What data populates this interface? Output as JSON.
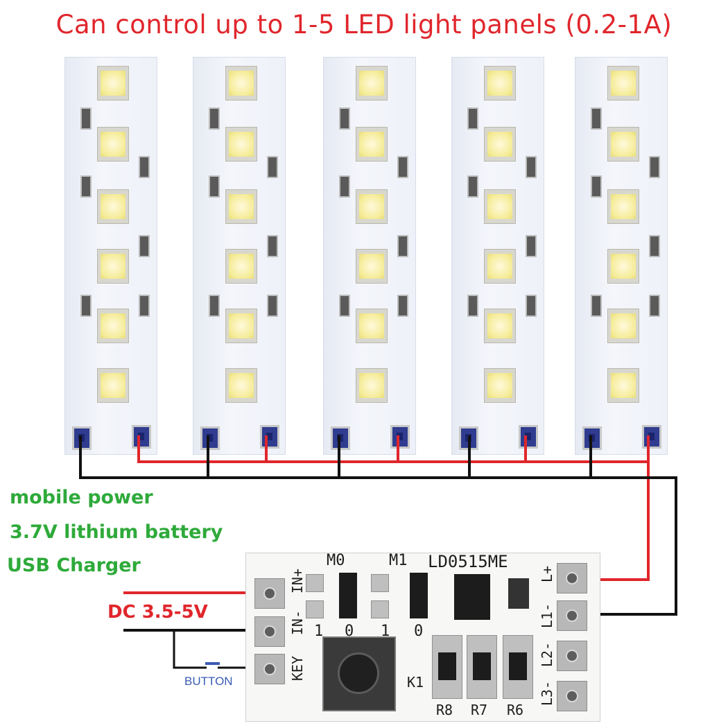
{
  "title": "Can control up to 1-5 LED light panels (0.2-1A)",
  "power_sources": {
    "line1": "mobile power",
    "line2": "3.7V lithium battery",
    "line3": "USB Charger"
  },
  "input_voltage": "DC 3.5-5V",
  "button_label": "BUTTON",
  "board": {
    "model": "LD0515ME",
    "mode_labels": [
      "M0",
      "M1"
    ],
    "switch_positions": [
      "1",
      "0",
      "1",
      "0"
    ],
    "left_pins": [
      "IN+",
      "IN-",
      "KEY"
    ],
    "right_pins": [
      "L+",
      "L1-",
      "L2-",
      "L3-"
    ],
    "resistors": [
      "R8",
      "R7",
      "R6"
    ],
    "key_label": "K1"
  },
  "panels": [
    {
      "id": "panel-1"
    },
    {
      "id": "panel-2"
    },
    {
      "id": "panel-3"
    },
    {
      "id": "panel-4"
    },
    {
      "id": "panel-5"
    }
  ],
  "colors": {
    "title": "#e0262c",
    "green_text": "#2eaa3a",
    "positive_wire": "#e0262c",
    "negative_wire": "#111111",
    "button_text": "#3b5bb5"
  }
}
